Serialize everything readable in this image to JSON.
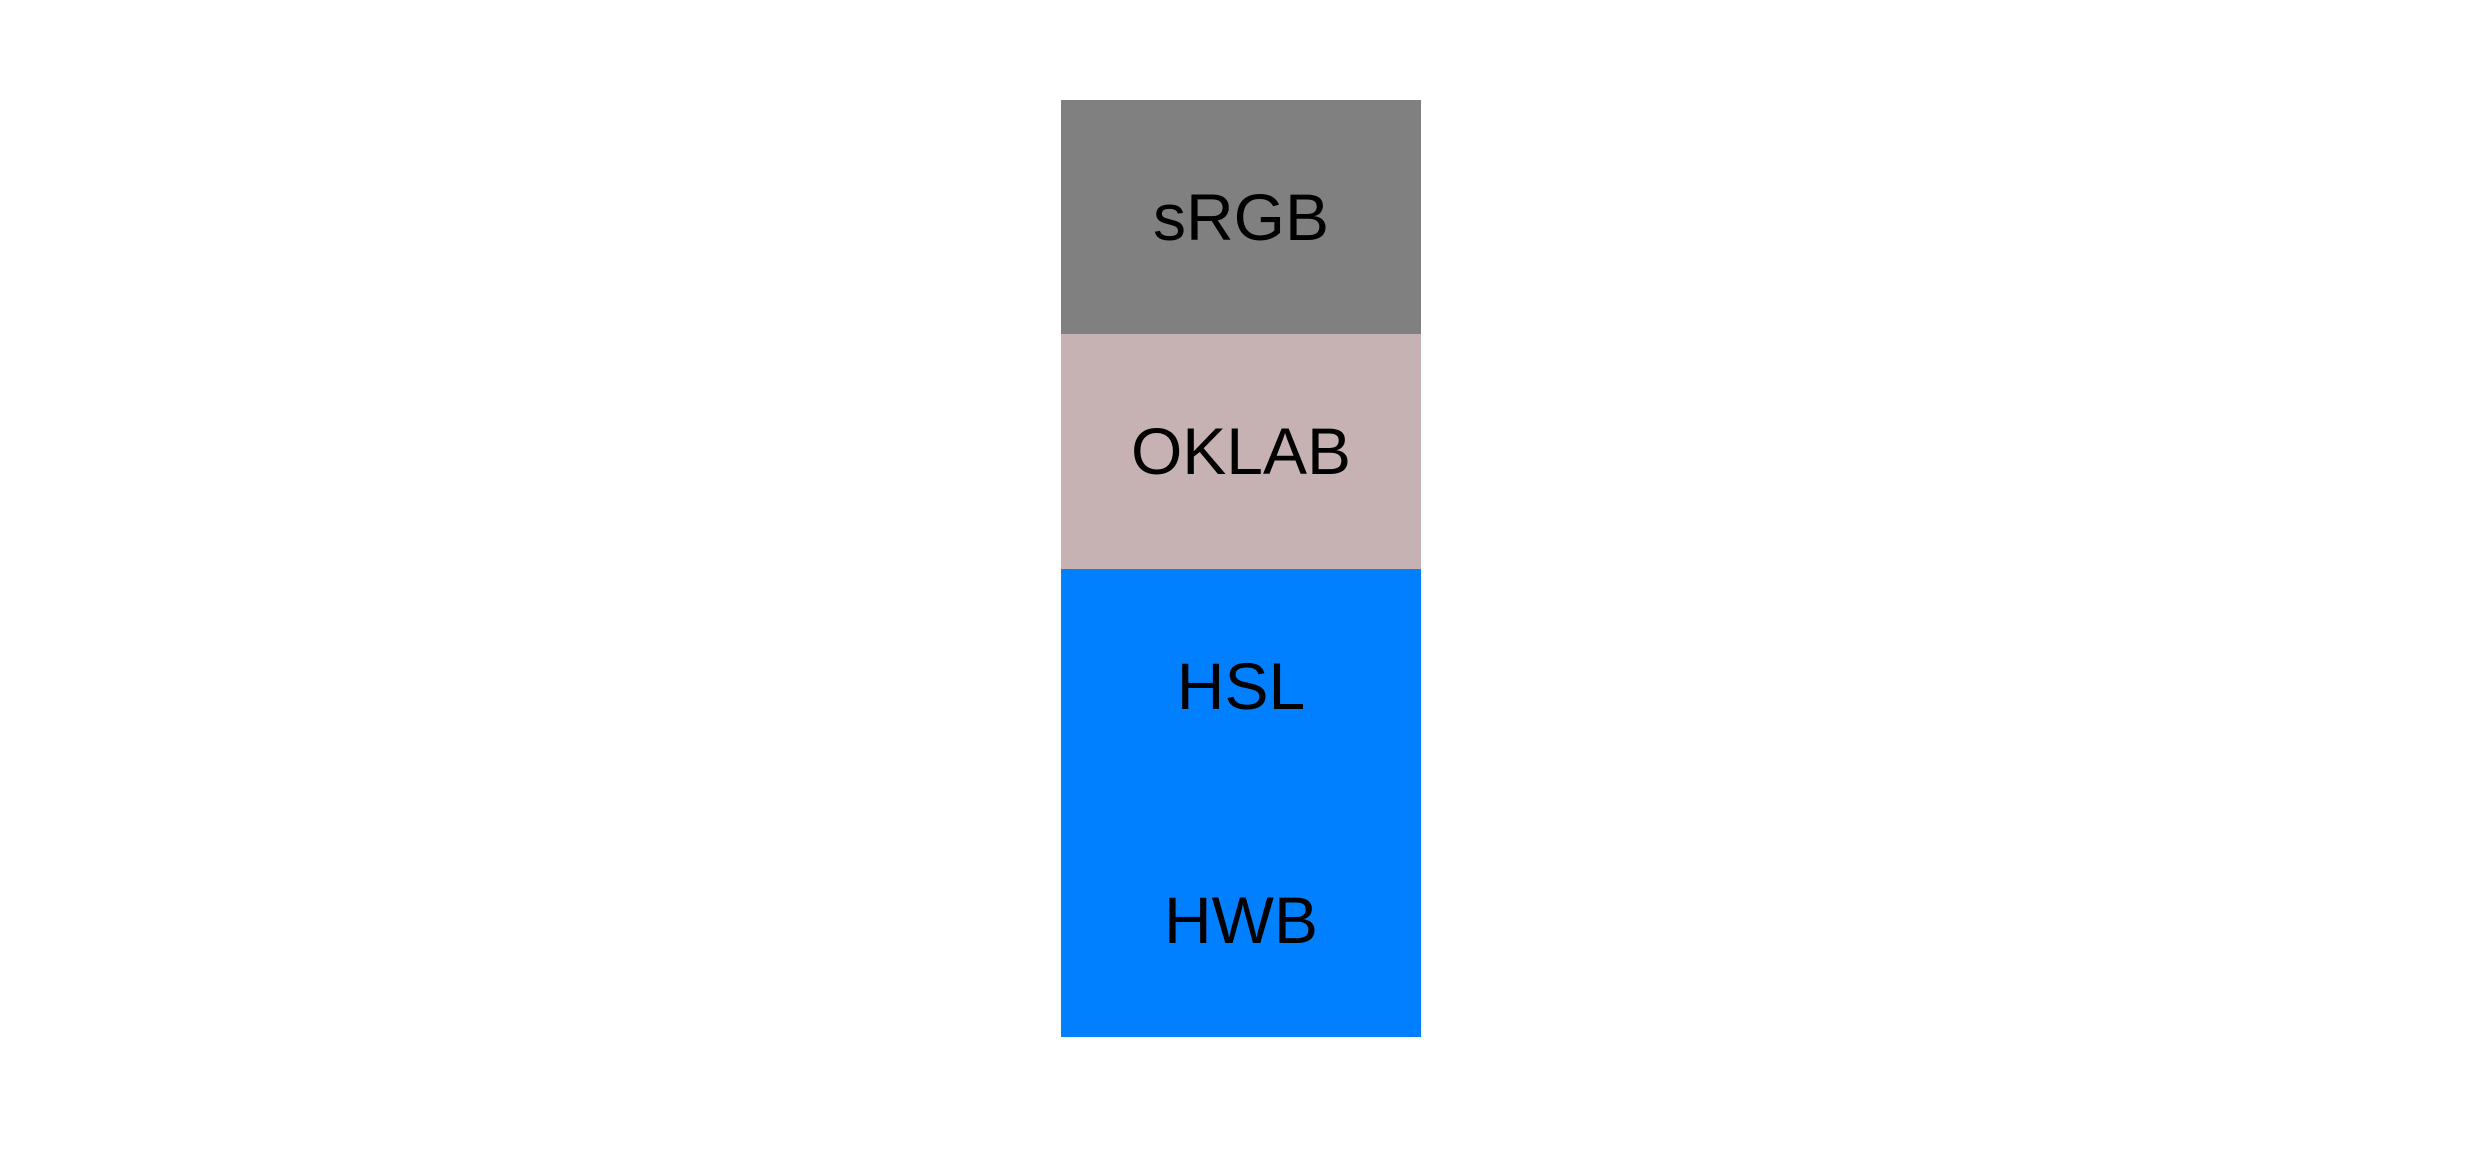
{
  "page": {
    "background_color": "#ffffff",
    "label_text_color": "#000000"
  },
  "swatches": [
    {
      "label": "sRGB",
      "color": "#808080"
    },
    {
      "label": "OKLAB",
      "color": "#c6b1b3"
    },
    {
      "label": "HSL",
      "color": "#0080ff"
    },
    {
      "label": "HWB",
      "color": "#0080ff"
    }
  ]
}
